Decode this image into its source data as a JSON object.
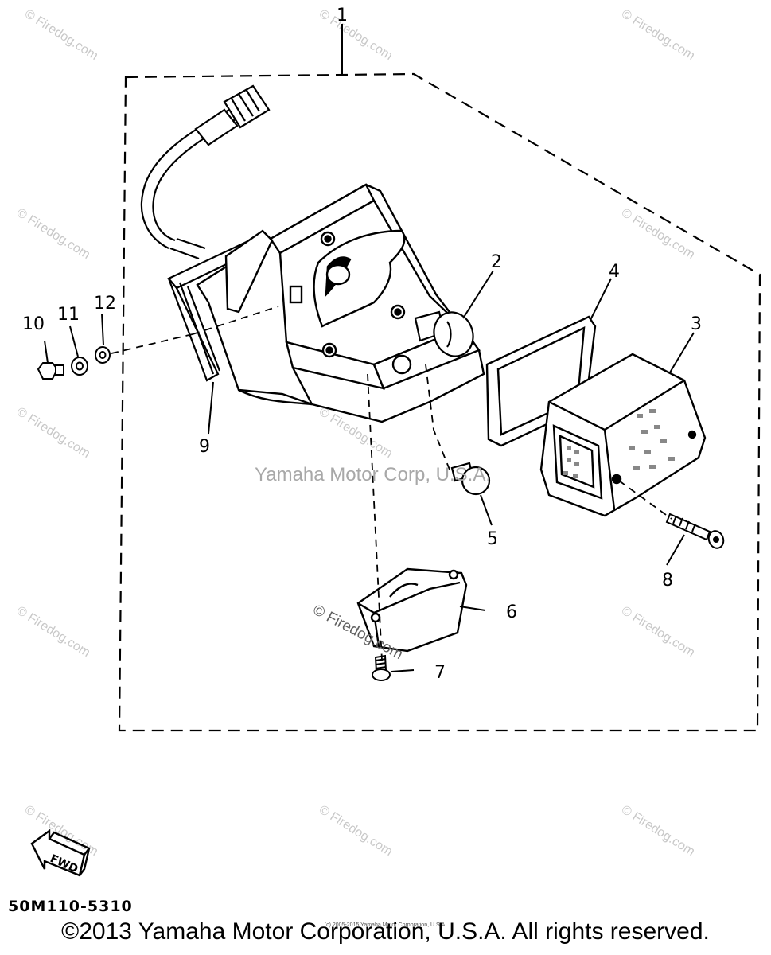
{
  "diagram": {
    "code": "50M110-5310",
    "copyright": "©2013 Yamaha Motor Corporation, U.S.A. All rights reserved.",
    "tiny_copyright": "(c) 2005-2015 Yamaha Motor Corporation, U.S.A.",
    "center_watermark": "Yamaha Motor Corp, U.S.A.",
    "site_watermark": "© Firedog.com",
    "fwd_label": "FWD",
    "callouts": {
      "c1": "1",
      "c2": "2",
      "c3": "3",
      "c4": "4",
      "c5": "5",
      "c6": "6",
      "c7": "7",
      "c8": "8",
      "c9": "9",
      "c10": "10",
      "c11": "11",
      "c12": "12"
    }
  }
}
